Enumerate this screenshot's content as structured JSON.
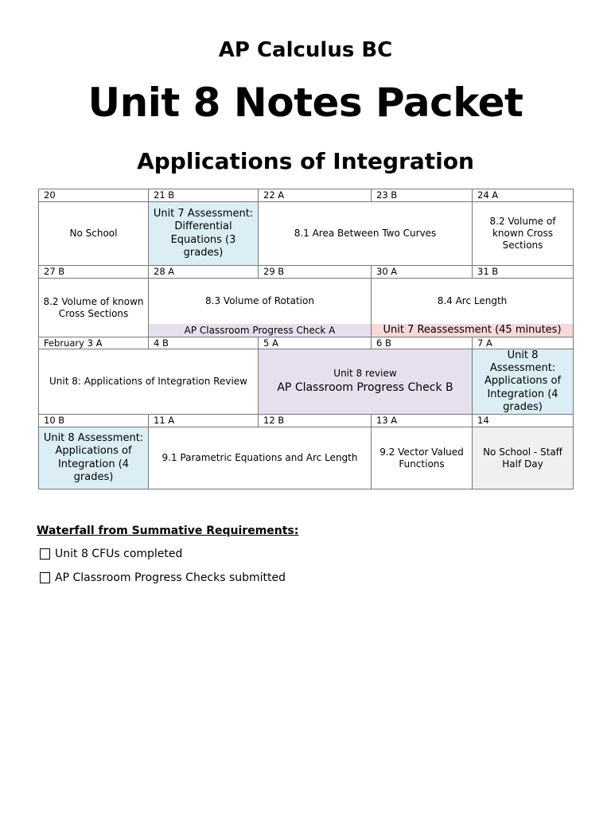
{
  "header": {
    "course": "AP Calculus BC",
    "packet": "Unit 8 Notes Packet",
    "subtitle": "Applications of Integration"
  },
  "calendar": {
    "week1": {
      "dates": [
        "20",
        "21 B",
        "22 A",
        "23 B",
        "24 A"
      ],
      "c1": "No School",
      "c2": "Unit 7 Assessment: Differential Equations (3 grades)",
      "c3": "8.1 Area Between Two Curves",
      "c5": "8.2 Volume of known Cross Sections"
    },
    "week2": {
      "dates": [
        "27 B",
        "28 A",
        "29 B",
        "30 A",
        "31 B"
      ],
      "c1": "8.2 Volume of known Cross Sections",
      "c2": "8.3 Volume of Rotation",
      "c2_sub": "AP Classroom Progress Check A",
      "c4": "8.4 Arc Length",
      "c4_sub": "Unit 7 Reassessment (45 minutes)"
    },
    "week3": {
      "dates": [
        "February 3 A",
        "4 B",
        "5 A",
        "6 B",
        "7 A"
      ],
      "c1": "Unit 8: Applications of Integration Review",
      "c3_line1": "Unit 8 review",
      "c3_line2": "AP Classroom Progress Check B",
      "c5": "Unit 8 Assessment: Applications of Integration (4 grades)"
    },
    "week4": {
      "dates": [
        "10 B",
        "11 A",
        "12 B",
        "13 A",
        "14"
      ],
      "c1": "Unit 8 Assessment: Applications of Integration (4 grades)",
      "c2": "9.1 Parametric Equations and Arc Length",
      "c4": "9.2 Vector Valued Functions",
      "c5": "No School - Staff Half Day"
    }
  },
  "requirements": {
    "title": "Waterfall from Summative Requirements:",
    "items": [
      {
        "label": "Unit 8 CFUs completed",
        "checked": false
      },
      {
        "label": "AP Classroom Progress Checks submitted",
        "checked": false
      }
    ]
  }
}
